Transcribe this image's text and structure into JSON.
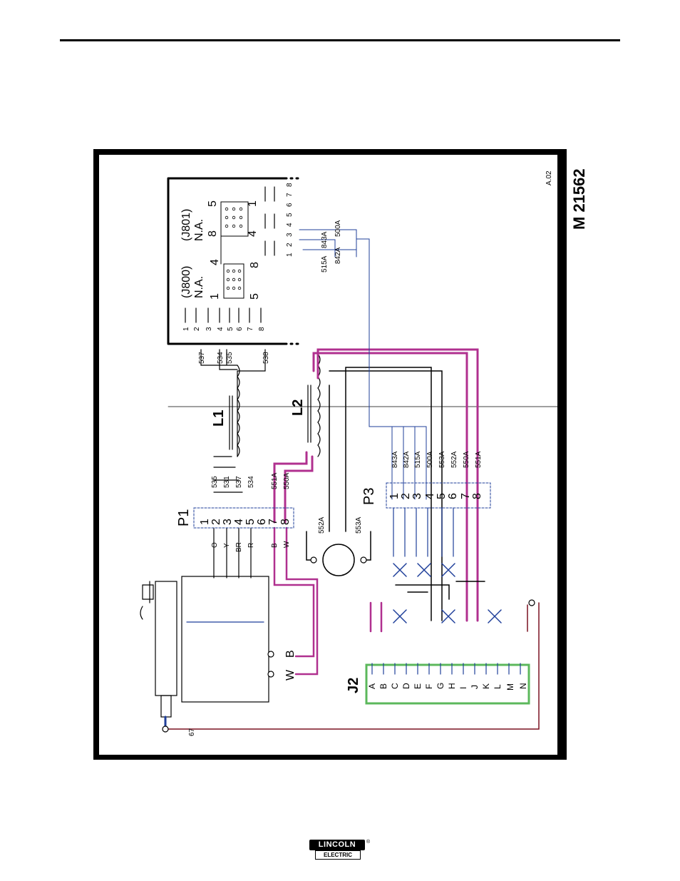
{
  "drawing_number": "M 21562",
  "revision": "A.02",
  "logo": {
    "top": "LINCOLN",
    "bottom": "ELECTRIC",
    "mark": "®"
  },
  "connectors": {
    "p1": "P1",
    "p3": "P3",
    "j2": "J2",
    "j800": "(J800)",
    "j801": "(J801)",
    "na": "N.A."
  },
  "inductors": {
    "l1": "L1",
    "l2": "L2"
  },
  "p1_pins": [
    "1",
    "2",
    "3",
    "4",
    "5",
    "6",
    "7",
    "8"
  ],
  "p1_colors": [
    "O",
    "Y",
    "BR",
    "R",
    "B",
    "W"
  ],
  "p1_wires": [
    "535",
    "531",
    "537",
    "534",
    "551A",
    "550A"
  ],
  "l1_wires": [
    "537",
    "534",
    "535",
    "538"
  ],
  "j800_pins": [
    "1",
    "2",
    "3",
    "4",
    "5",
    "6",
    "7",
    "8"
  ],
  "j801_pins": [
    "1",
    "2",
    "3",
    "4",
    "5",
    "6",
    "7",
    "8"
  ],
  "j801_wires": [
    "515A",
    "843A",
    "842A",
    "500A"
  ],
  "j800_key": {
    "one": "1",
    "four": "4",
    "five": "5",
    "eight": "8"
  },
  "j801_key": {
    "eight": "8",
    "five": "5",
    "four": "4",
    "one": "1"
  },
  "motor_wires": [
    "552A",
    "553A"
  ],
  "p3_pins": [
    "1",
    "2",
    "3",
    "4",
    "5",
    "6",
    "7",
    "8"
  ],
  "p3_wires": [
    "843A",
    "842A",
    "515A",
    "500A",
    "553A",
    "552A",
    "550A",
    "551A"
  ],
  "j2_pins": [
    "A",
    "B",
    "C",
    "D",
    "E",
    "F",
    "G",
    "H",
    "I",
    "J",
    "K",
    "L",
    "M",
    "N"
  ],
  "terminals": {
    "b": "B",
    "w": "W"
  },
  "ground_wire": "67",
  "colors": {
    "blue": "#1f3f9a",
    "magenta": "#b0308f",
    "dark_red": "#7a1020",
    "green": "#5cb85c",
    "black": "#000000"
  }
}
